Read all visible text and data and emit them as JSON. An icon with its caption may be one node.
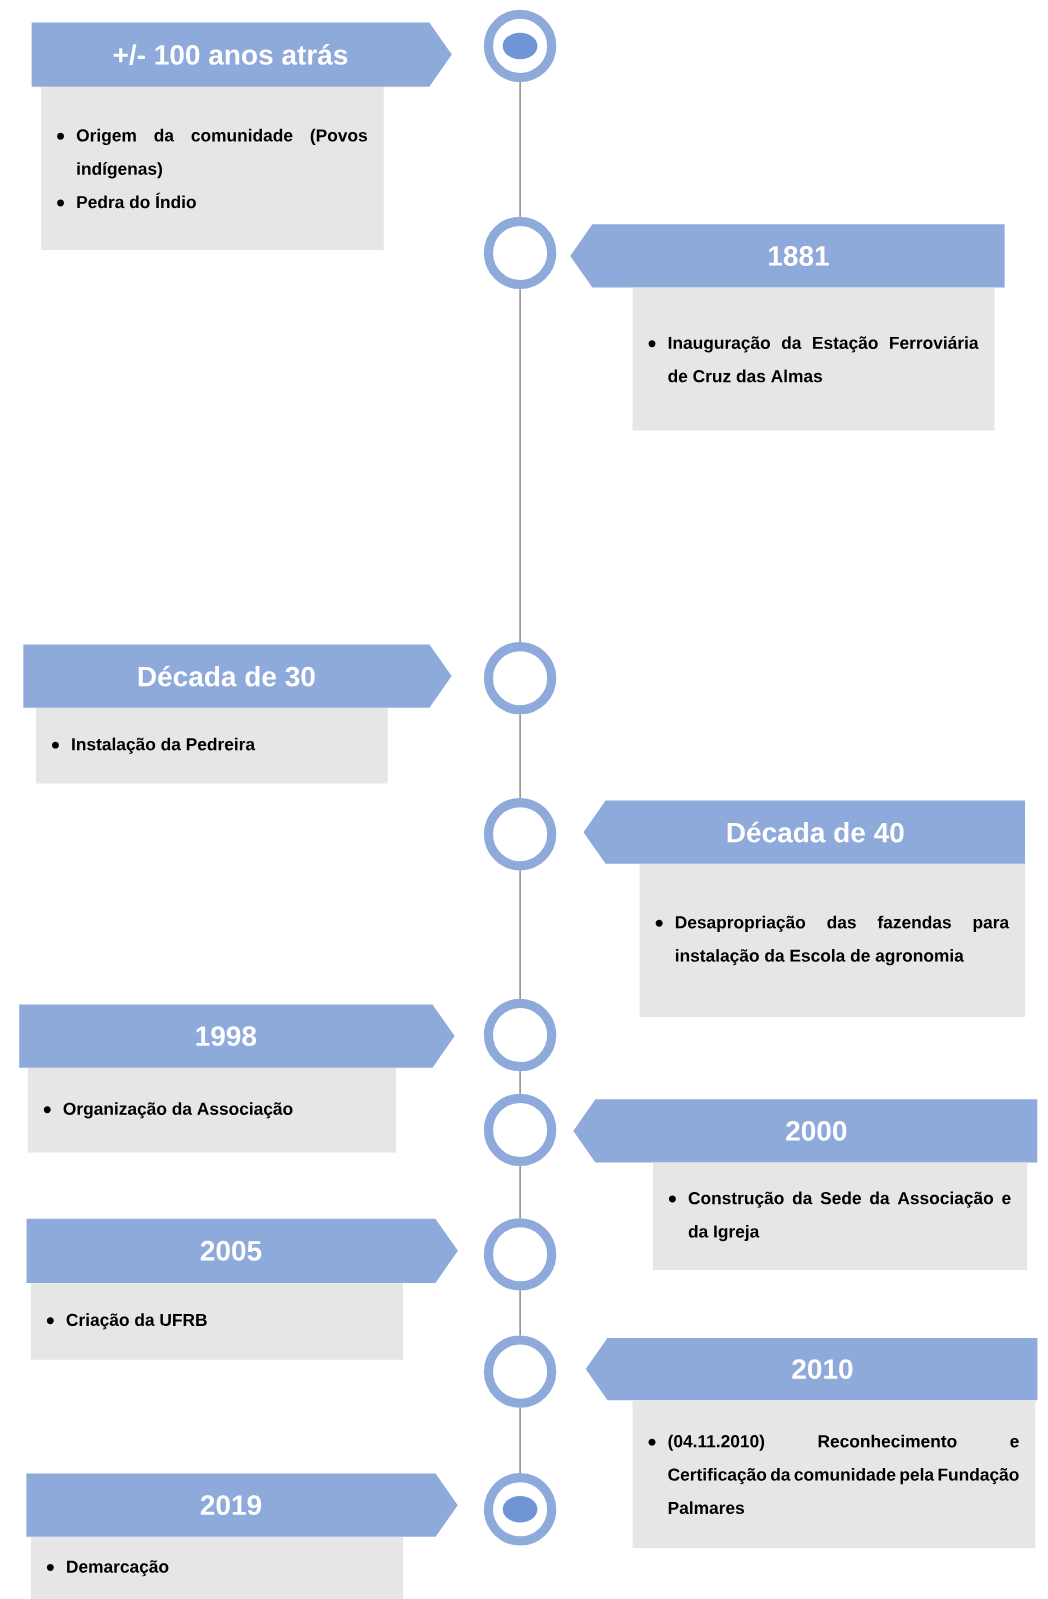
{
  "diagram": {
    "nodes": [
      {
        "text": [
          "+/- 100 anos atrás"
        ]
      },
      {
        "text": [
          "Origem da comunidade (Povos indígenas)",
          "Pedra do Índio"
        ]
      },
      {
        "text": [],
        "shape": "circle"
      },
      {
        "text": [
          "1881"
        ]
      },
      {
        "text": [
          "Inauguração da Estação Ferroviária de Cruz das Almas"
        ]
      },
      {
        "text": [],
        "shape": "circle"
      },
      {
        "text": [
          "Década de 30"
        ]
      },
      {
        "text": [
          "Instalação da Pedreira"
        ]
      },
      {
        "text": [],
        "shape": "circle"
      },
      {
        "text": [
          "Década de 40"
        ]
      },
      {
        "text": [
          "Desapropriação das fazendas para instalação da Escola de agronomia"
        ]
      },
      {
        "text": [],
        "shape": "circle"
      },
      {
        "text": [
          "1998"
        ]
      },
      {
        "text": [
          "Organização da Associação"
        ]
      },
      {
        "text": [],
        "shape": "circle"
      },
      {
        "text": [
          "2000"
        ]
      },
      {
        "text": [
          "Construção da Sede da Associação e da Igreja"
        ]
      },
      {
        "text": [],
        "shape": "circle"
      },
      {
        "text": [
          "2005"
        ]
      },
      {
        "text": [
          "Criação da UFRB"
        ]
      },
      {
        "text": [],
        "shape": "circle"
      },
      {
        "text": [
          "2010"
        ]
      },
      {
        "text": [
          "(04.11.2010) Reconhecimento e Certificação da comunidade pela Fundação Palmares"
        ]
      },
      {
        "text": [],
        "shape": "circle"
      },
      {
        "text": [
          "2019"
        ]
      },
      {
        "text": [
          "Demarcação"
        ]
      },
      {
        "text": [],
        "shape": "circle"
      }
    ],
    "edges": [
      {
        "from": 2,
        "to": 5,
        "arrow": "none"
      },
      {
        "from": 5,
        "to": 8,
        "arrow": "none"
      },
      {
        "from": 8,
        "to": 11,
        "arrow": "none"
      },
      {
        "from": 11,
        "to": 14,
        "arrow": "none"
      },
      {
        "from": 14,
        "to": 17,
        "arrow": "none"
      },
      {
        "from": 17,
        "to": 20,
        "arrow": "none"
      },
      {
        "from": 20,
        "to": 23,
        "arrow": "none"
      },
      {
        "from": 23,
        "to": 26,
        "arrow": "none"
      }
    ]
  }
}
